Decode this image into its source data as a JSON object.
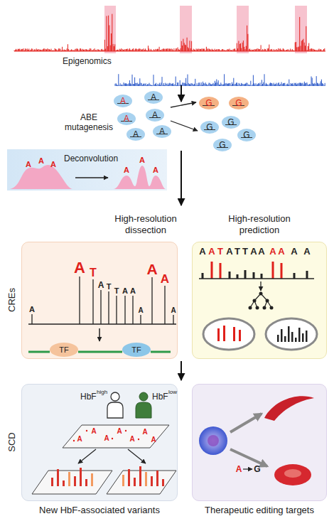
{
  "diagram": {
    "nodes": [
      {
        "text": [
          "A"
        ]
      },
      {
        "text": [
          "A"
        ]
      },
      {
        "text": [
          "A"
        ]
      },
      {
        "text": [
          "A"
        ]
      },
      {
        "text": [
          "A"
        ]
      },
      {
        "text": [
          "A"
        ]
      },
      {
        "text": [
          "G"
        ]
      },
      {
        "text": [
          "G"
        ]
      },
      {
        "text": [
          "G"
        ]
      },
      {
        "text": [
          "G"
        ]
      },
      {
        "text": [
          "G"
        ]
      },
      {
        "text": [
          "G"
        ]
      },
      {
        "text": [
          "Deconvolution"
        ]
      },
      {
        "text": [
          "High-resolution dissection"
        ]
      },
      {
        "text": [
          "High-resolution prediction"
        ]
      },
      {
        "text": [
          "TF"
        ],
        "in": 13
      },
      {
        "text": [
          "TF"
        ],
        "in": 13
      },
      {
        "text": [
          "New HbF-associated variants"
        ]
      },
      {
        "text": [
          "Therapeutic editing targets"
        ]
      }
    ],
    "labels": [
      "Epigenomics",
      "ABE mutagenesis",
      "A",
      "A",
      "A",
      "A",
      "A",
      "A",
      "CREs",
      "A",
      "A",
      "T",
      "A",
      "T",
      "T",
      "A",
      "A",
      "A",
      "A",
      "A",
      "A",
      "A",
      "A",
      "T",
      "A",
      "T",
      "T",
      "A",
      "A",
      "A",
      "A",
      "A",
      "A",
      "SCD",
      "HbF",
      "high",
      "HbF",
      "low",
      "A",
      "A",
      "A",
      "A",
      "A",
      "A",
      "A",
      "A",
      "G"
    ]
  }
}
